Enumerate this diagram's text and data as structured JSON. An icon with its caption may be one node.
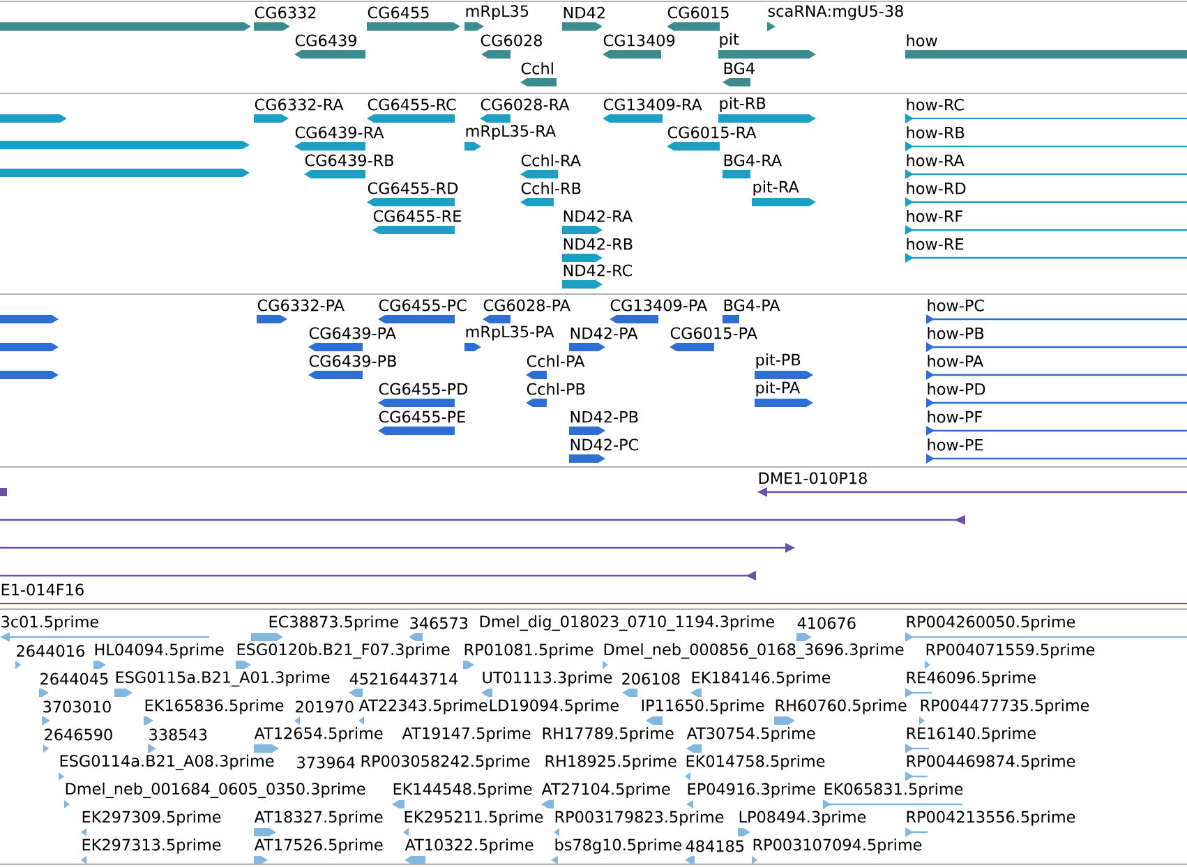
{
  "diagram": {
    "labels": [
      "CG6332",
      "CG6455",
      "mRpL35",
      "ND42",
      "CG6015",
      "scaRNA:mgU5-38",
      "CG6439",
      "CG6028",
      "CG13409",
      "pit",
      "how",
      "Cchl",
      "BG4",
      "CG6332-RA",
      "CG6455-RC",
      "CG6028-RA",
      "CG13409-RA",
      "pit-RB",
      "how-RC",
      "CG6439-RA",
      "mRpL35-RA",
      "CG6015-RA",
      "how-RB",
      "CG6439-RB",
      "Cchl-RA",
      "BG4-RA",
      "how-RA",
      "CG6455-RD",
      "Cchl-RB",
      "pit-RA",
      "how-RD",
      "CG6455-RE",
      "ND42-RA",
      "how-RF",
      "ND42-RB",
      "how-RE",
      "ND42-RC",
      "CG6332-PA",
      "CG6455-PC",
      "CG6028-PA",
      "CG13409-PA",
      "BG4-PA",
      "how-PC",
      "CG6439-PA",
      "mRpL35-PA",
      "ND42-PA",
      "CG6015-PA",
      "how-PB",
      "CG6439-PB",
      "Cchl-PA",
      "pit-PB",
      "how-PA",
      "CG6455-PD",
      "Cchl-PB",
      "pit-PA",
      "how-PD",
      "CG6455-PE",
      "ND42-PB",
      "how-PF",
      "ND42-PC",
      "how-PE",
      "DME1-010P18",
      "E1-014F16",
      "3c01.5prime",
      "EC38873.5prime",
      "346573",
      "Dmel_dig_018023_0710_1194.3prime",
      "410676",
      "RP004260050.5prime",
      "2644016",
      "HL04094.5prime",
      "ESG0120b.B21_F07.3prime",
      "RP01081.5prime",
      "Dmel_neb_000856_0168_3696.3prime",
      "RP004071559.5prime",
      "2644045",
      "ESG0115a.B21_A01.3prime",
      "45216443714",
      "UT01113.3prime",
      "206108",
      "EK184146.5prime",
      "RE46096.5prime",
      "3703010",
      "EK165836.5prime",
      "201970",
      "AT22343.5prime",
      "LD19094.5prime",
      "IP11650.5prime",
      "RH60760.5prime",
      "RP004477735.5prime",
      "2646590",
      "338543",
      "AT12654.5prime",
      "AT19147.5prime",
      "RH17789.5prime",
      "AT30754.5prime",
      "RE16140.5prime",
      "ESG0114a.B21_A08.3prime",
      "373964",
      "RP003058242.5prime",
      "RH18925.5prime",
      "EK014758.5prime",
      "RP004469874.5prime",
      "Dmel_neb_001684_0605_0350.3prime",
      "EK144548.5prime",
      "AT27104.5prime",
      "EP04916.3prime",
      "EK065831.5prime",
      "EK297309.5prime",
      "AT18327.5prime",
      "EK295211.5prime",
      "RP003179823.5prime",
      "LP08494.3prime",
      "RP004213556.5prime",
      "EK297313.5prime",
      "AT17526.5prime",
      "AT10322.5prime",
      "bs78g10.5prime",
      "484185",
      "RP003107094.5prime"
    ]
  }
}
